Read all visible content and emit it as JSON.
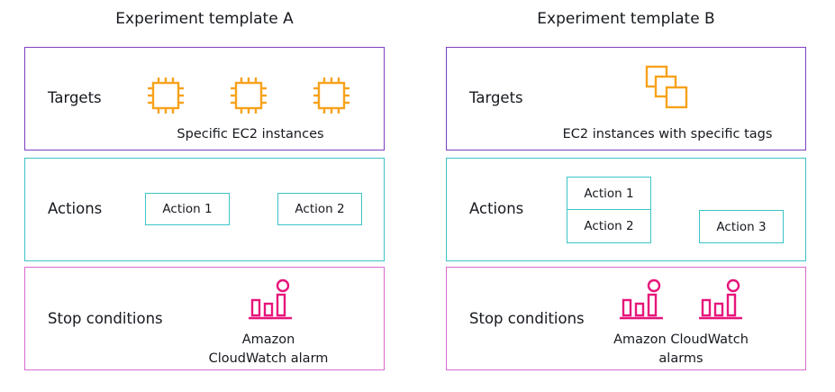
{
  "templates": [
    {
      "title": "Experiment template A",
      "targets": {
        "label": "Targets",
        "caption": "Specific EC2 instances"
      },
      "actions": {
        "label": "Actions",
        "items": [
          "Action 1",
          "Action 2"
        ]
      },
      "stop": {
        "label": "Stop conditions",
        "caption_line1": "Amazon",
        "caption_line2": "CloudWatch alarm"
      }
    },
    {
      "title": "Experiment template B",
      "targets": {
        "label": "Targets",
        "caption": "EC2 instances with specific tags"
      },
      "actions": {
        "label": "Actions",
        "items": [
          "Action 1",
          "Action 2",
          "Action 3"
        ]
      },
      "stop": {
        "label": "Stop conditions",
        "caption_line1": "Amazon CloudWatch",
        "caption_line2": "alarms"
      }
    }
  ],
  "colors": {
    "targets_border": "#7d3fbf",
    "actions_border": "#3cc3c7",
    "stop_border": "#d96bd0",
    "ec2_icon": "#f7a21b",
    "alarm_icon": "#e7157b"
  },
  "icons": {
    "targets_a": "ec2-chip-icon",
    "targets_b": "ec2-tagged-instances-icon",
    "stop": "cloudwatch-alarm-icon"
  }
}
